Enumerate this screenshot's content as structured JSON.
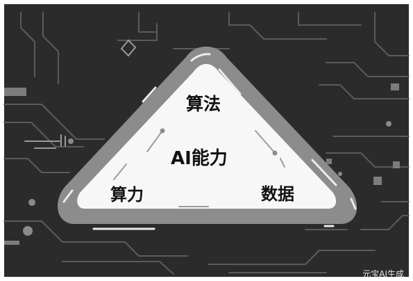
{
  "diagram": {
    "center_label": "AI能力",
    "top_label": "算法",
    "left_label": "算力",
    "right_label": "数据"
  },
  "watermark": "元宝AI生成",
  "colors": {
    "background": "#2b2b2b",
    "circuit_lines": "#5a5a5a",
    "triangle_border": "#8c8c8c",
    "triangle_fill": "#f7f7f7",
    "text": "#111111"
  }
}
